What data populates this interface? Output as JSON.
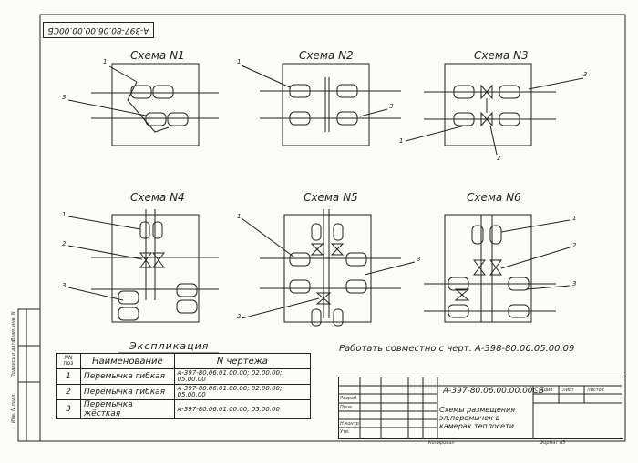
{
  "drawing_number_top": "A-397-80.06.00.00.00CБ",
  "schemes": {
    "n1": "Схема N1",
    "n2": "Схема N2",
    "n3": "Схема N3",
    "n4": "Схема N4",
    "n5": "Схема N5",
    "n6": "Схема N6"
  },
  "callouts": {
    "one": "1",
    "two": "2",
    "three": "3"
  },
  "note": "Работать совместно с черт. А-398-80.06.05.00.09",
  "explication": {
    "title": "Экспликация",
    "headers": {
      "pos": "NN поз",
      "name": "Наименование",
      "drawing": "N чертежа"
    },
    "rows": [
      {
        "pos": "1",
        "name": "Перемычка гибкая",
        "drawing": "А-397-80.06.01.00.00; 02.00.00; 05.00.00"
      },
      {
        "pos": "2",
        "name": "Перемычка гибкая",
        "drawing": "А-397-80.06.01.00.00; 02.00.00; 05.00.00"
      },
      {
        "pos": "3",
        "name": "Перемычка жёсткая",
        "drawing": "А-397-80.06.01.00.00; 05.00.00"
      }
    ]
  },
  "title_block": {
    "doc_number": "А-397-80.06.00.00.00СБ",
    "title": "Схемы размещения эл.перемычек в камерах теплосети",
    "stage": "Стадия",
    "sheet": "Лист",
    "sheets": "Листов",
    "copied": "Копировал",
    "format": "Формат А3",
    "roles": [
      "Разраб",
      "Пров.",
      "Н.контр",
      "Утв."
    ]
  },
  "side_stamp": {
    "inv": "Инв. N подл.",
    "sign": "Подпись и дата",
    "replace": "Взам. инв. N"
  },
  "colors": {
    "ink": "#1f1f1f",
    "paper": "#fbfbf8"
  }
}
